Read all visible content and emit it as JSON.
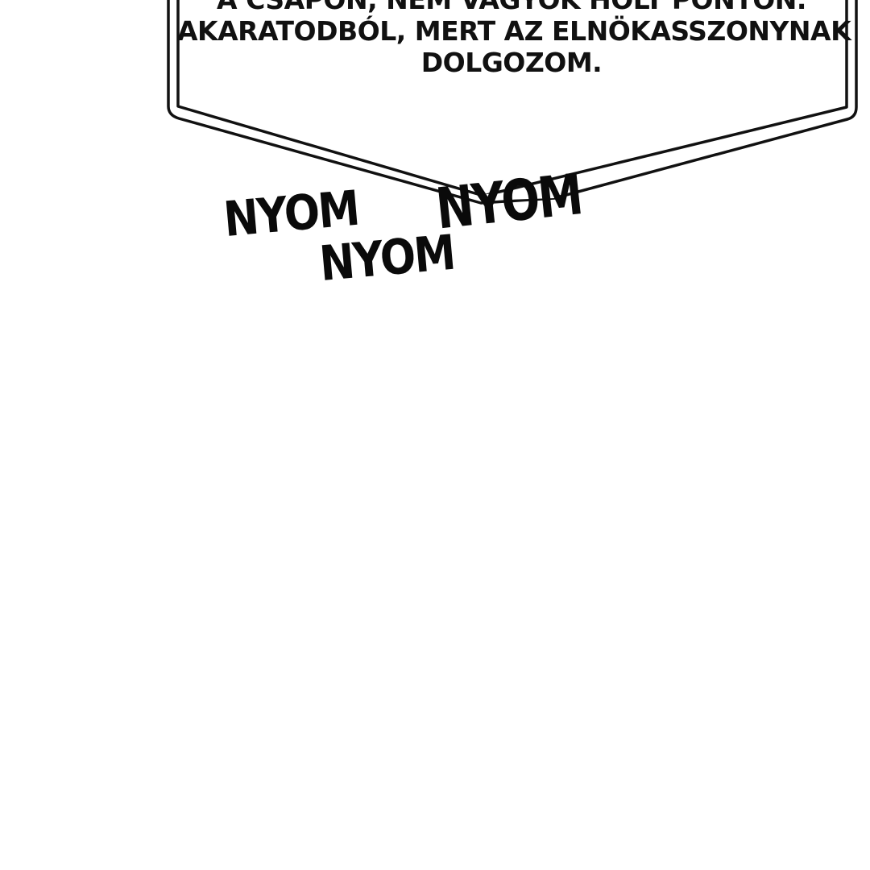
{
  "speech_bubble": {
    "lines": [
      "A CSAPON, NEM VAGYOK HOLT PONTON.",
      "AKARATODBÓL, MERT AZ ELNÖKASSZONYNAK",
      "DOLGOZOM."
    ]
  },
  "sound_effects": [
    "NYOM",
    "NYOM",
    "NYOM"
  ]
}
